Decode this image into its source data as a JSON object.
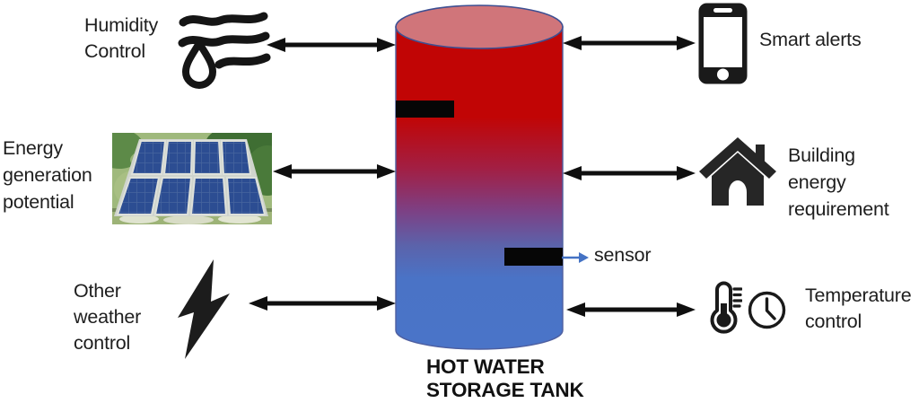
{
  "figure": {
    "type": "hot-water-storage-tank-system-diagram",
    "tank": {
      "title_lines": [
        "HOT WATER",
        "STORAGE TANK"
      ],
      "sensor_label": "sensor",
      "colors": {
        "hot_top": "#c10505",
        "cold_bottom": "#4a74c8",
        "lid": "#d0757a",
        "outline": "#3d4f92",
        "sensor_block": "#060606",
        "sensor_arrow": "#4472c4"
      }
    },
    "nodes": {
      "humidity": {
        "icon": "humidity-icon",
        "lines": [
          "Humidity",
          "Control"
        ]
      },
      "energy_generation": {
        "icon": "solar-panels-photo",
        "lines": [
          "Energy",
          "generation",
          "potential"
        ]
      },
      "other_weather": {
        "icon": "lightning-icon",
        "lines": [
          "Other",
          "weather",
          "control"
        ]
      },
      "smart_alerts": {
        "icon": "smartphone-icon",
        "lines": [
          "Smart alerts"
        ]
      },
      "building_energy": {
        "icon": "house-icon",
        "lines": [
          "Building",
          "energy",
          "requirement"
        ]
      },
      "temperature": {
        "icon": "thermometer-icon,clock-icon",
        "lines": [
          "Temperature",
          "control"
        ]
      }
    },
    "connector_color": "#0f0f0f"
  }
}
